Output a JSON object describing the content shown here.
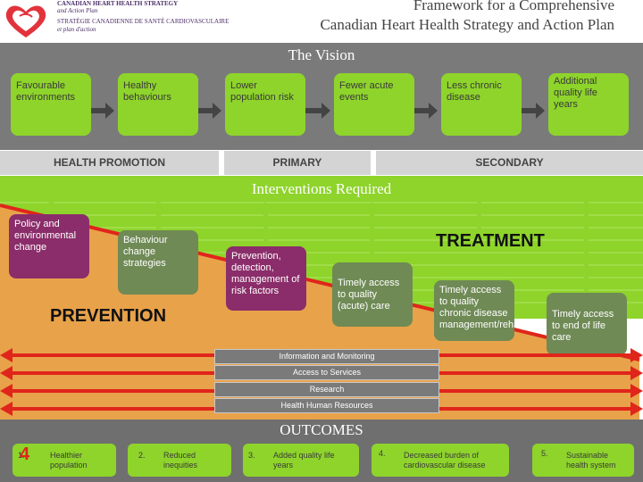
{
  "header": {
    "logo_lines": [
      "CANADIAN HEART HEALTH STRATEGY",
      "and Action Plan",
      "STRATÉGIE CANADIENNE DE SANTÉ CARDIOVASCULAIRE",
      "et plan d'action"
    ],
    "title_line1": "Framework for a Comprehensive",
    "title_line2": "Canadian Heart Health Strategy and Action Plan"
  },
  "vision": {
    "title": "The Vision",
    "boxes": [
      "Favourable environments",
      "Healthy behaviours",
      "Lower population risk",
      "Fewer acute events",
      "Less chronic disease",
      "Additional quality life years"
    ]
  },
  "categories": [
    "HEALTH PROMOTION",
    "PRIMARY",
    "SECONDARY"
  ],
  "interventions": {
    "title": "Interventions Required",
    "treatment_label": "TREATMENT",
    "prevention_label": "PREVENTION",
    "boxes": [
      "Policy and environmental change",
      "Behaviour change strategies",
      "Prevention, detection, management of risk factors",
      "Timely access to quality (acute) care",
      "Timely access to quality chronic disease management/rehab",
      "Timely access to end of life care"
    ]
  },
  "support_bars": [
    "Information and Monitoring",
    "Access to Services",
    "Research",
    "Health Human Resources"
  ],
  "outcomes": {
    "title": "OUTCOMES",
    "items": [
      {
        "num": "1.",
        "text": "Healthier population"
      },
      {
        "num": "2.",
        "text": "Reduced inequities"
      },
      {
        "num": "3.",
        "text": "Added quality life years"
      },
      {
        "num": "4.",
        "text": "Decreased burden of cardiovascular disease"
      },
      {
        "num": "5.",
        "text": "Sustainable health system"
      }
    ]
  },
  "page_number": "4",
  "colors": {
    "green": "#8ed42b",
    "purple": "#8b2d6a",
    "grey_green": "#6f8a55",
    "orange": "#e8a24a",
    "red": "#e0251b",
    "grey": "#7a7a7a"
  }
}
